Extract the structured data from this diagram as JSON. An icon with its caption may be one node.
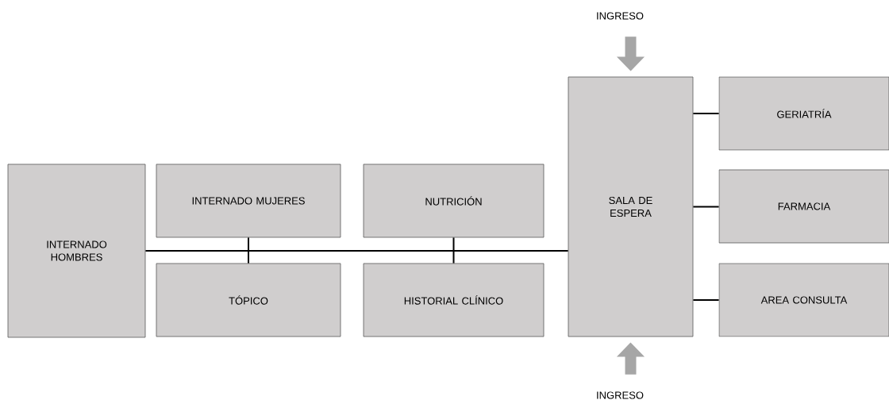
{
  "diagram": {
    "nodes": [
      {
        "text": [
          "INTERNADO HOMBRES"
        ]
      },
      {
        "text": [
          "INTERNADO MUJERES"
        ]
      },
      {
        "text": [
          "TÓPICO"
        ]
      },
      {
        "text": [
          "NUTRICIÓN"
        ]
      },
      {
        "text": [
          "HISTORIAL CLÍNICO"
        ]
      },
      {
        "text": [
          "SALA DE ESPERA"
        ]
      },
      {
        "text": [
          "GERIATRÍA"
        ]
      },
      {
        "text": [
          "FARMACIA"
        ]
      },
      {
        "text": [
          "AREA CONSULTA"
        ]
      },
      {
        "text": [
          "INGRESO"
        ]
      },
      {
        "text": [
          "INGRESO"
        ]
      }
    ],
    "edges": [
      {
        "from": 0,
        "to": 5,
        "arrow": "none"
      },
      {
        "from": 1,
        "to": 2,
        "arrow": "none"
      },
      {
        "from": 3,
        "to": 4,
        "arrow": "none"
      },
      {
        "from": 5,
        "to": 6,
        "arrow": "none"
      },
      {
        "from": 5,
        "to": 7,
        "arrow": "none"
      },
      {
        "from": 5,
        "to": 8,
        "arrow": "none"
      },
      {
        "from": 9,
        "to": 5,
        "arrow": "to",
        "style": "thick",
        "color": "#a6a6a6"
      },
      {
        "from": 10,
        "to": 5,
        "arrow": "to",
        "style": "thick",
        "color": "#a6a6a6"
      }
    ]
  }
}
